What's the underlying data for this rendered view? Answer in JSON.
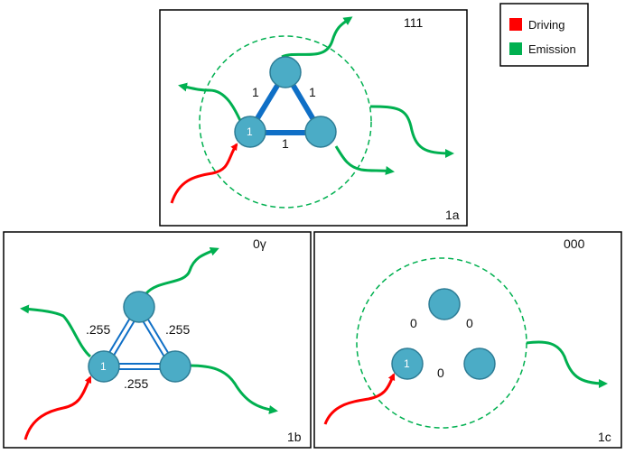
{
  "legend": {
    "driving": {
      "label": "Driving",
      "color": "#ff0000"
    },
    "emission": {
      "label": "Emission",
      "color": "#00b050"
    }
  },
  "colors": {
    "node_fill": "#4bacc6",
    "node_stroke": "#2e7d96",
    "edge": "#0f6fc6",
    "dashed_circle": "#00b050"
  },
  "panels": [
    {
      "id": "1a",
      "corner_label": "1a",
      "state_label": "111",
      "edge_style": "thick",
      "edge_labels": [
        "1",
        "1",
        "1"
      ],
      "driven_node_label": "1",
      "dashed_circle": true
    },
    {
      "id": "1b",
      "corner_label": "1b",
      "state_label": "0γ",
      "edge_style": "double",
      "edge_labels": [
        ".255",
        ".255",
        ".255"
      ],
      "driven_node_label": "1",
      "dashed_circle": false
    },
    {
      "id": "1c",
      "corner_label": "1c",
      "state_label": "000",
      "edge_style": "none",
      "edge_labels": [
        "0",
        "0",
        "0"
      ],
      "driven_node_label": "1",
      "dashed_circle": true
    }
  ]
}
